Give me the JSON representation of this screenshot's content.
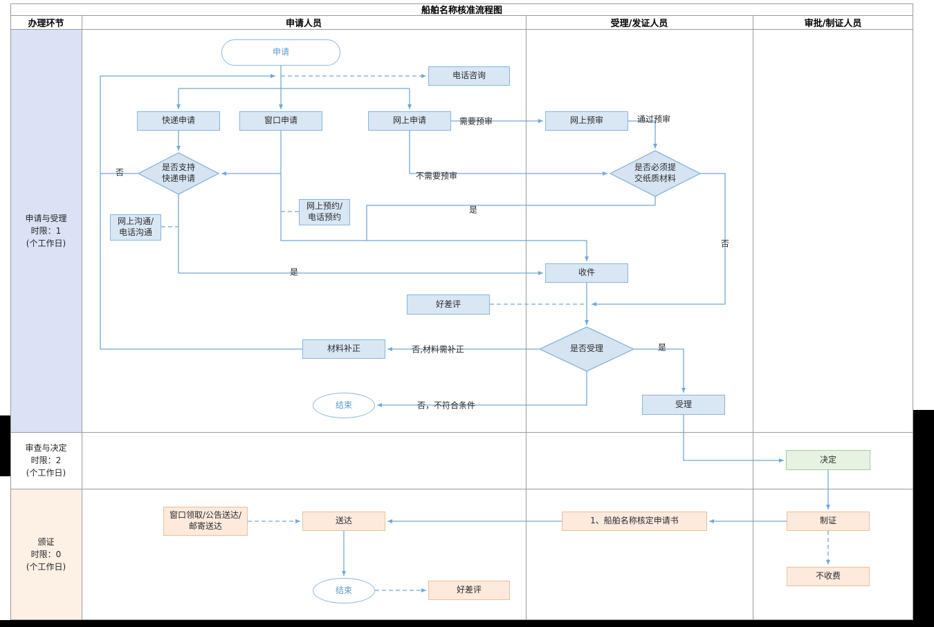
{
  "title": "船舶名称核准流程图",
  "headers": {
    "stage": "办理环节",
    "applicant": "申请人员",
    "acceptor": "受理/发证人员",
    "approver": "审批/制证人员"
  },
  "lanes": {
    "lane1": "申请与受理\n时限：1\n(个工作日)",
    "lane2": "审查与决定\n时限：2\n(个工作日)",
    "lane3": "颁证\n时限：0\n(个工作日)"
  },
  "nodes": {
    "start": "申请",
    "phone_consult": "电话咨询",
    "express_apply": "快递申请",
    "window_apply": "窗口申请",
    "online_apply": "网上申请",
    "online_preview": "网上预审",
    "support_express": "是否支持\n快递申请",
    "need_paper": "是否必须提\n交纸质材料",
    "online_booking": "网上预约/\n电话预约",
    "online_comm": "网上沟通/\n电话沟通",
    "receive": "收件",
    "rating_top": "好差评",
    "accept_check": "是否受理",
    "material_fix": "材料补正",
    "end_top": "结束",
    "accept": "受理",
    "decide": "决定",
    "deliver": "送达",
    "deliver_methods": "窗口领取/公告送达/\n邮寄送达",
    "application_doc": "1、船舶名称核定申请书",
    "make_cert": "制证",
    "no_fee": "不收费",
    "end_bottom": "结束",
    "rating_bottom": "好差评"
  },
  "edge_labels": {
    "need_preview": "需要预审",
    "pass_preview": "通过预审",
    "no_need_preview": "不需要预审",
    "no_express": "否",
    "yes_express": "是",
    "yes_paper": "是",
    "no_paper": "否",
    "no_fix": "否,材料需补正",
    "yes_accept": "是",
    "no_reject": "否，不符合条件"
  }
}
